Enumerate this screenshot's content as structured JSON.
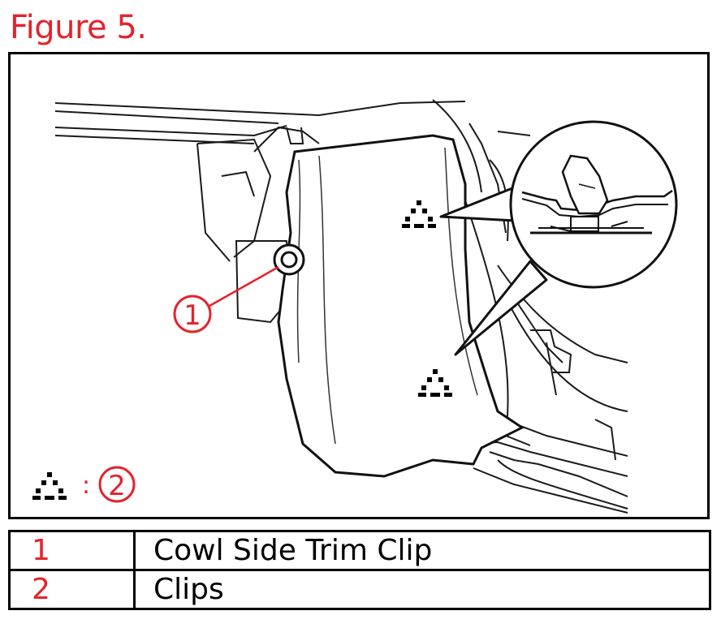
{
  "figure": {
    "title": "Figure 5."
  },
  "colors": {
    "accent": "#e3232d",
    "ink": "#1a1a1a"
  },
  "diagram": {
    "callout_1": "1",
    "legend_key_separator": ":",
    "legend_key_number": "2",
    "icons": [
      "clip-triangle-icon",
      "callout-circle"
    ]
  },
  "legend": [
    {
      "number": "1",
      "description": "Cowl Side Trim Clip"
    },
    {
      "number": "2",
      "description": "Clips"
    }
  ]
}
